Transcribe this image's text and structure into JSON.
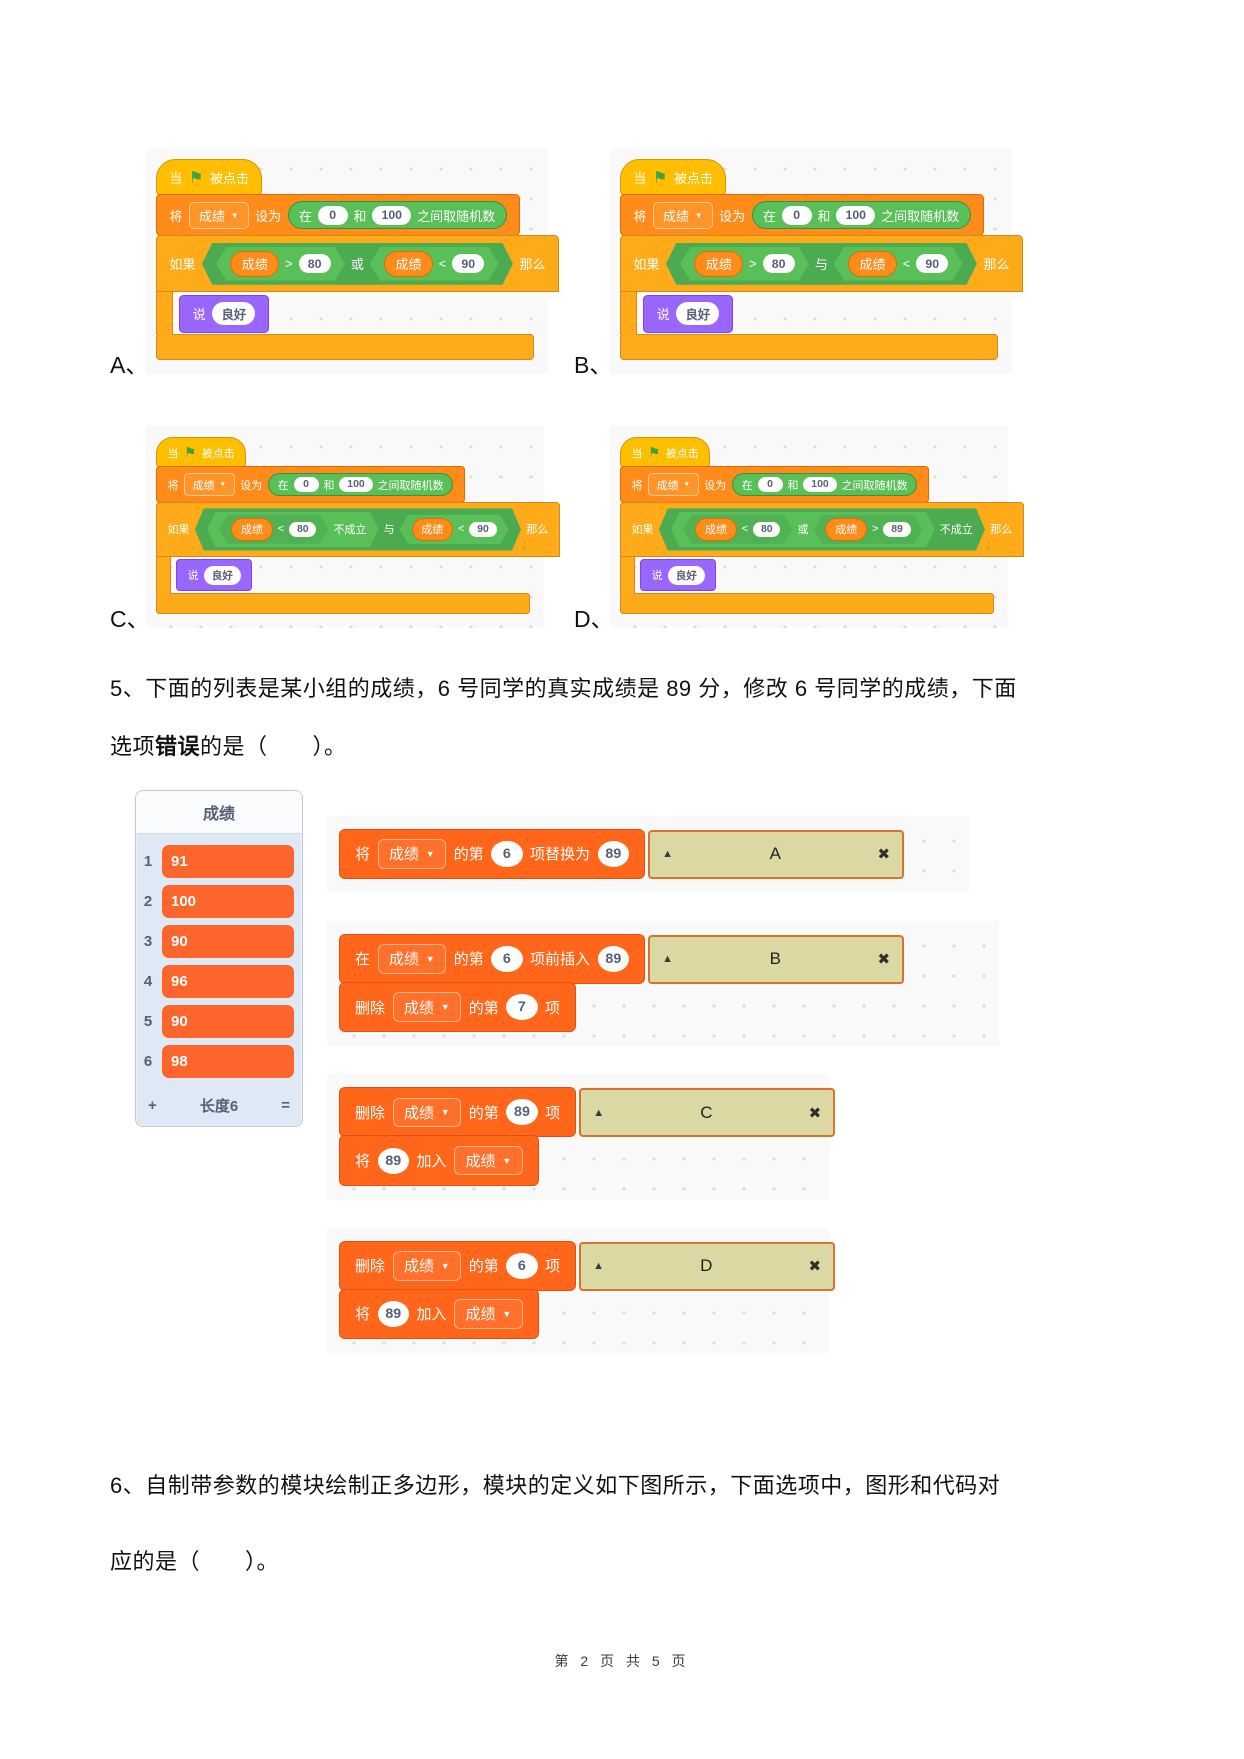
{
  "colors": {
    "events_yellow": "#FFBF00",
    "variables_orange": "#FF8C1A",
    "control_orange": "#FFAB19",
    "operators_green": "#59C059",
    "looks_purple": "#9966FF",
    "list_orange": "#FF661A",
    "list_cell_orange": "#FC662C",
    "answer_box_bg": "#DCD8A4",
    "answer_box_border": "#D8732E"
  },
  "icons": {
    "green_flag": "⚑",
    "dropdown_arrow": "▼",
    "answer_up": "▲",
    "answer_close": "✖"
  },
  "q4": {
    "options": [
      {
        "label": "A、",
        "script": [
          {
            "type": "hat",
            "tokens": [
              {
                "t": "text",
                "v": "当"
              },
              {
                "t": "flag"
              },
              {
                "t": "text",
                "v": "被点击"
              }
            ]
          },
          {
            "type": "stack",
            "palette": "variables",
            "tokens": [
              {
                "t": "text",
                "v": "将"
              },
              {
                "t": "dd",
                "v": "成绩"
              },
              {
                "t": "text",
                "v": "设为"
              },
              {
                "t": "green",
                "tokens": [
                  {
                    "t": "text",
                    "v": "在"
                  },
                  {
                    "t": "num",
                    "v": "0"
                  },
                  {
                    "t": "text",
                    "v": "和"
                  },
                  {
                    "t": "num",
                    "v": "100"
                  },
                  {
                    "t": "text",
                    "v": "之间取随机数"
                  }
                ]
              }
            ]
          },
          {
            "type": "if",
            "palette": "control ifrow",
            "tokens": [
              {
                "t": "text",
                "v": "如果"
              },
              {
                "t": "bool",
                "tokens": [
                  {
                    "t": "bool",
                    "tokens": [
                      {
                        "t": "var",
                        "v": "成绩"
                      },
                      {
                        "t": "text",
                        "v": ">"
                      },
                      {
                        "t": "num",
                        "v": "80"
                      }
                    ]
                  },
                  {
                    "t": "text",
                    "v": "或"
                  },
                  {
                    "t": "bool",
                    "tokens": [
                      {
                        "t": "var",
                        "v": "成绩"
                      },
                      {
                        "t": "text",
                        "v": "<"
                      },
                      {
                        "t": "num",
                        "v": "90"
                      }
                    ]
                  }
                ]
              },
              {
                "t": "text",
                "v": "那么"
              }
            ]
          },
          {
            "type": "say",
            "tokens": [
              {
                "t": "text",
                "v": "说"
              },
              {
                "t": "num",
                "v": "良好"
              }
            ]
          },
          {
            "type": "end"
          }
        ]
      },
      {
        "label": "B、",
        "script": [
          {
            "type": "hat",
            "tokens": [
              {
                "t": "text",
                "v": "当"
              },
              {
                "t": "flag"
              },
              {
                "t": "text",
                "v": "被点击"
              }
            ]
          },
          {
            "type": "stack",
            "palette": "variables",
            "tokens": [
              {
                "t": "text",
                "v": "将"
              },
              {
                "t": "dd",
                "v": "成绩"
              },
              {
                "t": "text",
                "v": "设为"
              },
              {
                "t": "green",
                "tokens": [
                  {
                    "t": "text",
                    "v": "在"
                  },
                  {
                    "t": "num",
                    "v": "0"
                  },
                  {
                    "t": "text",
                    "v": "和"
                  },
                  {
                    "t": "num",
                    "v": "100"
                  },
                  {
                    "t": "text",
                    "v": "之间取随机数"
                  }
                ]
              }
            ]
          },
          {
            "type": "if",
            "palette": "control ifrow",
            "tokens": [
              {
                "t": "text",
                "v": "如果"
              },
              {
                "t": "bool",
                "tokens": [
                  {
                    "t": "bool",
                    "tokens": [
                      {
                        "t": "var",
                        "v": "成绩"
                      },
                      {
                        "t": "text",
                        "v": ">"
                      },
                      {
                        "t": "num",
                        "v": "80"
                      }
                    ]
                  },
                  {
                    "t": "text",
                    "v": "与"
                  },
                  {
                    "t": "bool",
                    "tokens": [
                      {
                        "t": "var",
                        "v": "成绩"
                      },
                      {
                        "t": "text",
                        "v": "<"
                      },
                      {
                        "t": "num",
                        "v": "90"
                      }
                    ]
                  }
                ]
              },
              {
                "t": "text",
                "v": "那么"
              }
            ]
          },
          {
            "type": "say",
            "tokens": [
              {
                "t": "text",
                "v": "说"
              },
              {
                "t": "num",
                "v": "良好"
              }
            ]
          },
          {
            "type": "end"
          }
        ]
      },
      {
        "label": "C、",
        "script": [
          {
            "type": "hat",
            "tokens": [
              {
                "t": "text",
                "v": "当"
              },
              {
                "t": "flag"
              },
              {
                "t": "text",
                "v": "被点击"
              }
            ]
          },
          {
            "type": "stack",
            "palette": "variables",
            "tokens": [
              {
                "t": "text",
                "v": "将"
              },
              {
                "t": "dd",
                "v": "成绩"
              },
              {
                "t": "text",
                "v": "设为"
              },
              {
                "t": "green",
                "tokens": [
                  {
                    "t": "text",
                    "v": "在"
                  },
                  {
                    "t": "num",
                    "v": "0"
                  },
                  {
                    "t": "text",
                    "v": "和"
                  },
                  {
                    "t": "num",
                    "v": "100"
                  },
                  {
                    "t": "text",
                    "v": "之间取随机数"
                  }
                ]
              }
            ]
          },
          {
            "type": "if",
            "palette": "control ifrow",
            "tokens": [
              {
                "t": "text",
                "v": "如果"
              },
              {
                "t": "bool",
                "tokens": [
                  {
                    "t": "bool",
                    "tokens": [
                      {
                        "t": "bool",
                        "tokens": [
                          {
                            "t": "var",
                            "v": "成绩"
                          },
                          {
                            "t": "text",
                            "v": "<"
                          },
                          {
                            "t": "num",
                            "v": "80"
                          }
                        ]
                      },
                      {
                        "t": "text",
                        "v": "不成立"
                      }
                    ]
                  },
                  {
                    "t": "text",
                    "v": "与"
                  },
                  {
                    "t": "bool",
                    "tokens": [
                      {
                        "t": "var",
                        "v": "成绩"
                      },
                      {
                        "t": "text",
                        "v": "<"
                      },
                      {
                        "t": "num",
                        "v": "90"
                      }
                    ]
                  }
                ]
              },
              {
                "t": "text",
                "v": "那么"
              }
            ]
          },
          {
            "type": "say",
            "tokens": [
              {
                "t": "text",
                "v": "说"
              },
              {
                "t": "num",
                "v": "良好"
              }
            ]
          },
          {
            "type": "end"
          }
        ]
      },
      {
        "label": "D、",
        "script": [
          {
            "type": "hat",
            "tokens": [
              {
                "t": "text",
                "v": "当"
              },
              {
                "t": "flag"
              },
              {
                "t": "text",
                "v": "被点击"
              }
            ]
          },
          {
            "type": "stack",
            "palette": "variables",
            "tokens": [
              {
                "t": "text",
                "v": "将"
              },
              {
                "t": "dd",
                "v": "成绩"
              },
              {
                "t": "text",
                "v": "设为"
              },
              {
                "t": "green",
                "tokens": [
                  {
                    "t": "text",
                    "v": "在"
                  },
                  {
                    "t": "num",
                    "v": "0"
                  },
                  {
                    "t": "text",
                    "v": "和"
                  },
                  {
                    "t": "num",
                    "v": "100"
                  },
                  {
                    "t": "text",
                    "v": "之间取随机数"
                  }
                ]
              }
            ]
          },
          {
            "type": "if",
            "palette": "control ifrow",
            "tokens": [
              {
                "t": "text",
                "v": "如果"
              },
              {
                "t": "bool",
                "tokens": [
                  {
                    "t": "bool",
                    "tokens": [
                      {
                        "t": "bool",
                        "tokens": [
                          {
                            "t": "var",
                            "v": "成绩"
                          },
                          {
                            "t": "text",
                            "v": "<"
                          },
                          {
                            "t": "num",
                            "v": "80"
                          }
                        ]
                      },
                      {
                        "t": "text",
                        "v": "或"
                      },
                      {
                        "t": "bool",
                        "tokens": [
                          {
                            "t": "var",
                            "v": "成绩"
                          },
                          {
                            "t": "text",
                            "v": ">"
                          },
                          {
                            "t": "num",
                            "v": "89"
                          }
                        ]
                      }
                    ]
                  },
                  {
                    "t": "text",
                    "v": "不成立"
                  }
                ]
              },
              {
                "t": "text",
                "v": "那么"
              }
            ]
          },
          {
            "type": "say",
            "tokens": [
              {
                "t": "text",
                "v": "说"
              },
              {
                "t": "num",
                "v": "良好"
              }
            ]
          },
          {
            "type": "end"
          }
        ]
      }
    ]
  },
  "q5": {
    "line1": "5、下面的列表是某小组的成绩，6 号同学的真实成绩是 89 分，修改 6 号同学的成绩，下面",
    "line2_prefix": "选项",
    "line2_bold": "错误",
    "line2_suffix": "的是（　　）。",
    "list": {
      "title": "成绩",
      "items": [
        "91",
        "100",
        "90",
        "96",
        "90",
        "98"
      ],
      "add": "+",
      "length_label": "长度6",
      "resize": "="
    },
    "options": [
      {
        "letter": "A",
        "rows": [
          {
            "answer": "A",
            "tokens": [
              {
                "t": "text",
                "v": "将"
              },
              {
                "t": "dd",
                "v": "成绩"
              },
              {
                "t": "text",
                "v": "的第"
              },
              {
                "t": "num",
                "v": "6"
              },
              {
                "t": "text",
                "v": "项替换为"
              },
              {
                "t": "num",
                "v": "89"
              }
            ]
          }
        ]
      },
      {
        "letter": "B",
        "rows": [
          {
            "answer": "B",
            "tokens": [
              {
                "t": "text",
                "v": "在"
              },
              {
                "t": "dd",
                "v": "成绩"
              },
              {
                "t": "text",
                "v": "的第"
              },
              {
                "t": "num",
                "v": "6"
              },
              {
                "t": "text",
                "v": "项前插入"
              },
              {
                "t": "num",
                "v": "89"
              }
            ]
          },
          {
            "tokens": [
              {
                "t": "text",
                "v": "删除"
              },
              {
                "t": "dd",
                "v": "成绩"
              },
              {
                "t": "text",
                "v": "的第"
              },
              {
                "t": "num",
                "v": "7"
              },
              {
                "t": "text",
                "v": "项"
              }
            ]
          }
        ]
      },
      {
        "letter": "C",
        "rows": [
          {
            "answer": "C",
            "tokens": [
              {
                "t": "text",
                "v": "删除"
              },
              {
                "t": "dd",
                "v": "成绩"
              },
              {
                "t": "text",
                "v": "的第"
              },
              {
                "t": "num",
                "v": "89"
              },
              {
                "t": "text",
                "v": "项"
              }
            ]
          },
          {
            "tokens": [
              {
                "t": "text",
                "v": "将"
              },
              {
                "t": "num",
                "v": "89"
              },
              {
                "t": "text",
                "v": "加入"
              },
              {
                "t": "dd",
                "v": "成绩"
              }
            ]
          }
        ]
      },
      {
        "letter": "D",
        "rows": [
          {
            "answer": "D",
            "tokens": [
              {
                "t": "text",
                "v": "删除"
              },
              {
                "t": "dd",
                "v": "成绩"
              },
              {
                "t": "text",
                "v": "的第"
              },
              {
                "t": "num",
                "v": "6"
              },
              {
                "t": "text",
                "v": "项"
              }
            ]
          },
          {
            "tokens": [
              {
                "t": "text",
                "v": "将"
              },
              {
                "t": "num",
                "v": "89"
              },
              {
                "t": "text",
                "v": "加入"
              },
              {
                "t": "dd",
                "v": "成绩"
              }
            ]
          }
        ]
      }
    ]
  },
  "q6": {
    "line1": "6、自制带参数的模块绘制正多边形，模块的定义如下图所示，下面选项中，图形和代码对",
    "line2": "应的是（　　）。"
  },
  "footer": "第 2 页 共 5 页"
}
